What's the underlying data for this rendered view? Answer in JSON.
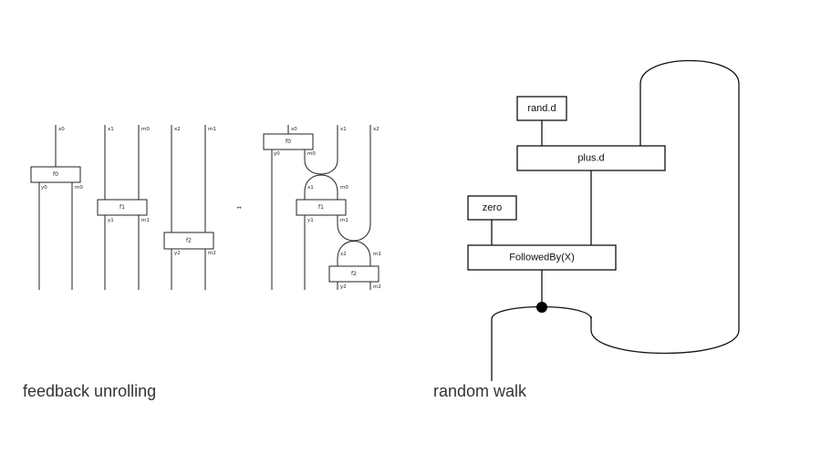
{
  "left_diagram": {
    "caption": "feedback unrolling",
    "boxes": [
      "f0",
      "f1",
      "f2",
      "f0",
      "f1",
      "f2"
    ],
    "labels": [
      "x0",
      "x1",
      "m0",
      "x2",
      "m1",
      "y0",
      "m0",
      "y1",
      "m1",
      "y2",
      "m2",
      "x0",
      "x1",
      "x2",
      "y0",
      "m0",
      "x1",
      "m0",
      "y1",
      "m1",
      "x2",
      "m1",
      "y2",
      "m2"
    ],
    "equiv_symbol": "↔"
  },
  "right_diagram": {
    "caption": "random walk",
    "boxes": {
      "rand": "rand.d",
      "plus": "plus.d",
      "zero": "zero",
      "followed": "FollowedBy(X)"
    }
  }
}
